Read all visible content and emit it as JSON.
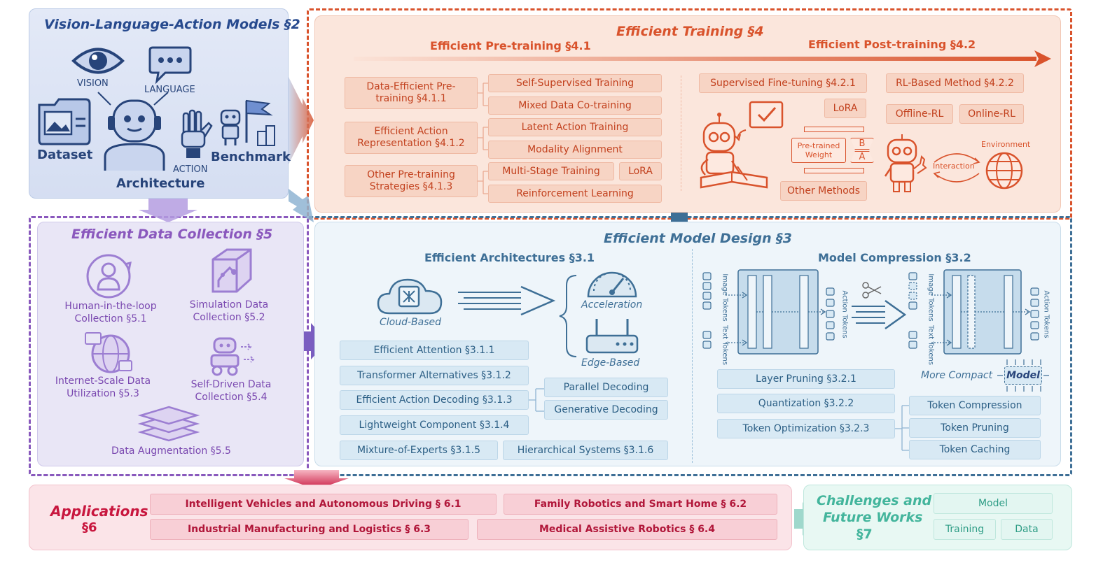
{
  "vla": {
    "title": "Vision-Language-Action Models §2",
    "labels": {
      "vision": "VISION",
      "language": "LANGUAGE",
      "dataset": "Dataset",
      "architecture": "Architecture",
      "action": "ACTION",
      "benchmark": "Benchmark"
    }
  },
  "training": {
    "title": "Efficient Training §4",
    "pre_title": "Efficient Pre-training §4.1",
    "post_title": "Efficient Post-training §4.2",
    "pre_groups": [
      {
        "label": "Data-Efficient Pre-training §4.1.1",
        "items": [
          "Self-Supervised Training",
          "Mixed Data Co-training"
        ]
      },
      {
        "label": "Efficient Action Representation §4.1.2",
        "items": [
          "Latent Action Training",
          "Modality Alignment"
        ]
      },
      {
        "label": "Other Pre-training Strategies §4.1.3",
        "items": [
          "Multi-Stage Training",
          "LoRA",
          "Reinforcement Learning"
        ]
      }
    ],
    "post": {
      "sft": "Supervised Fine-tuning §4.2.1",
      "rl": "RL-Based Method §4.2.2",
      "lora": "LoRA",
      "offline": "Offline-RL",
      "online": "Online-RL",
      "other": "Other Methods",
      "pretrained": "Pre-trained Weight",
      "b": "B",
      "a": "A",
      "environment": "Environment",
      "interaction": "Interaction"
    }
  },
  "data_collection": {
    "title": "Efficient Data Collection §5",
    "items": [
      "Human-in-the-loop Collection §5.1",
      "Simulation Data Collection §5.2",
      "Internet-Scale Data Utilization §5.3",
      "Self-Driven Data Collection §5.4",
      "Data Augmentation §5.5"
    ]
  },
  "model_design": {
    "title": "Efficient Model Design §3",
    "arch_title": "Efficient Architectures §3.1",
    "cloud": "Cloud-Based",
    "acceleration": "Acceleration",
    "edge": "Edge-Based",
    "arch_items": [
      "Efficient Attention §3.1.1",
      "Transformer Alternatives §3.1.2",
      "Efficient Action Decoding §3.1.3",
      "Lightweight Component §3.1.4",
      "Mixture-of-Experts §3.1.5",
      "Hierarchical Systems §3.1.6"
    ],
    "decoding": [
      "Parallel Decoding",
      "Generative Decoding"
    ],
    "comp_title": "Model Compression §3.2",
    "image_tokens": "Image Tokens",
    "text_tokens": "Text Tokens",
    "action_tokens": "Action Tokens",
    "more_compact": "More Compact",
    "model": "Model",
    "comp_items": [
      "Layer Pruning §3.2.1",
      "Quantization §3.2.2",
      "Token Optimization §3.2.3"
    ],
    "token_items": [
      "Token Compression",
      "Token Pruning",
      "Token Caching"
    ]
  },
  "applications": {
    "title_line1": "Applications",
    "title_line2": "§6",
    "items": [
      "Intelligent Vehicles and Autonomous Driving § 6.1",
      "Family Robotics and Smart Home § 6.2",
      "Industrial Manufacturing and Logistics § 6.3",
      "Medical Assistive Robotics § 6.4"
    ]
  },
  "challenges": {
    "title_line1": "Challenges and",
    "title_line2": "Future Works",
    "title_line3": "§7",
    "items": [
      "Model",
      "Training",
      "Data"
    ]
  },
  "colors": {
    "orange": "#d9532c",
    "blue": "#3e6f96",
    "purple": "#8a58bd",
    "pink": "#c8163e",
    "green": "#43b59c"
  }
}
